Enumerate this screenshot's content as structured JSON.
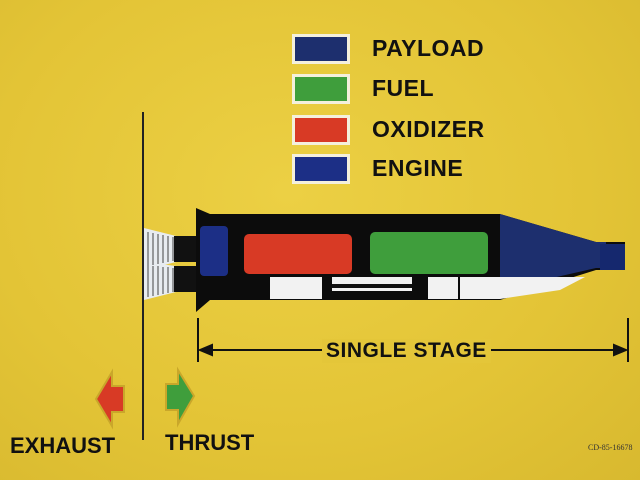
{
  "legend": [
    {
      "label": "PAYLOAD",
      "color": "#1d2f6e"
    },
    {
      "label": "FUEL",
      "color": "#3f9e3c"
    },
    {
      "label": "OXIDIZER",
      "color": "#d83a25"
    },
    {
      "label": "ENGINE",
      "color": "#1c2f86"
    }
  ],
  "dimension_label": "SINGLE STAGE",
  "exhaust_label": "EXHAUST",
  "thrust_label": "THRUST",
  "document_code": "CD-85-16678",
  "colors": {
    "background": "#e6c83a",
    "body": "#0c0c0c",
    "white_structure": "#f2f2f2",
    "exhaust_arrow": "#d83a25",
    "thrust_arrow": "#3f9e3c",
    "nozzle": "#e8ecf0"
  }
}
